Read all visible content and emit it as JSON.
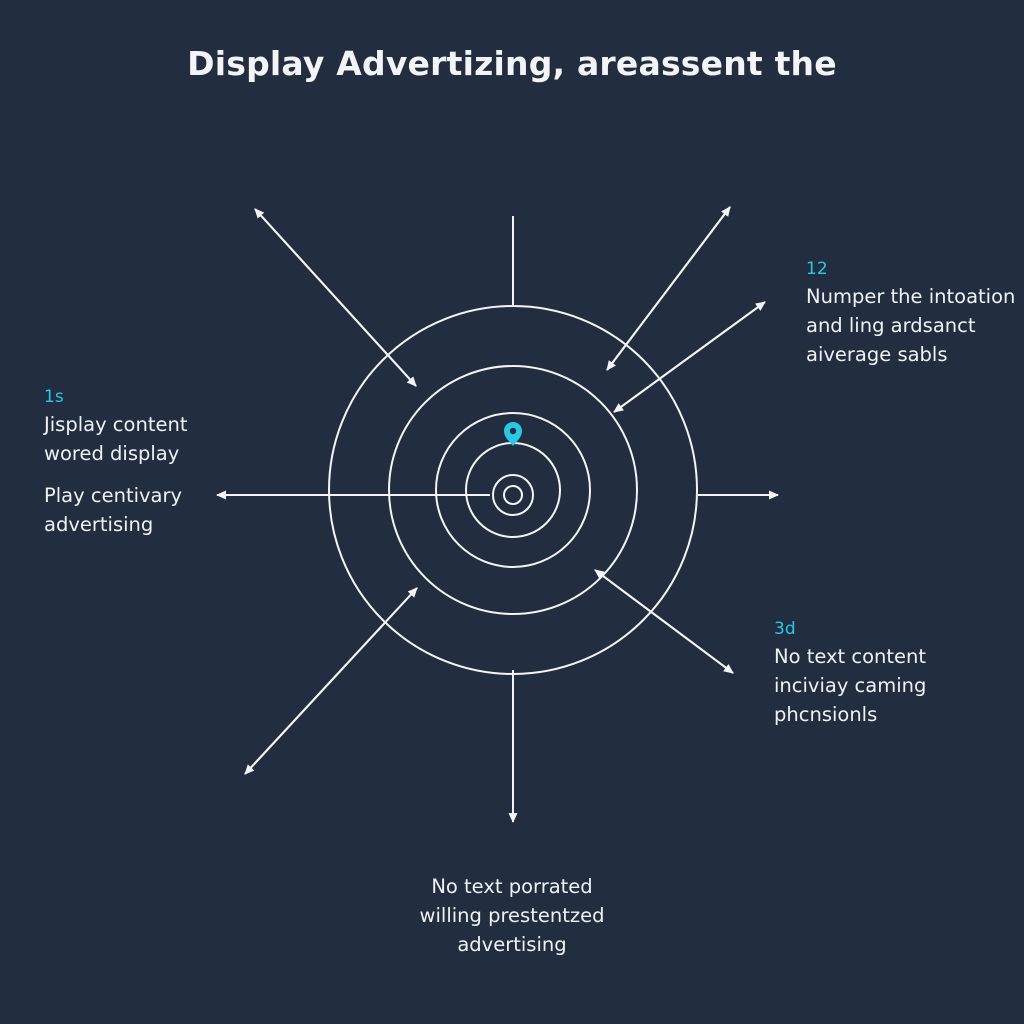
{
  "title": "Display Advertizing, areassent the",
  "colors": {
    "background": "#222e3f",
    "line": "#f2f4f7",
    "accent": "#27c9e6"
  },
  "icons": {
    "center_marker": "map-pin-icon"
  },
  "left_block": {
    "number": "1s",
    "lines_a": [
      "Jisplay content",
      "wored display"
    ],
    "lines_b": [
      "Play centivary",
      "advertising"
    ]
  },
  "top_right_block": {
    "number": "12",
    "lines": [
      "Numper the intoation",
      "and ling ardsanct",
      "aiverage sabls"
    ]
  },
  "bottom_right_block": {
    "number": "3d",
    "lines": [
      "No text content",
      "inciviay caming",
      "phcnsionls"
    ]
  },
  "bottom_block": {
    "lines": [
      "No text porrated",
      "willing prestentzed",
      "advertising"
    ]
  }
}
